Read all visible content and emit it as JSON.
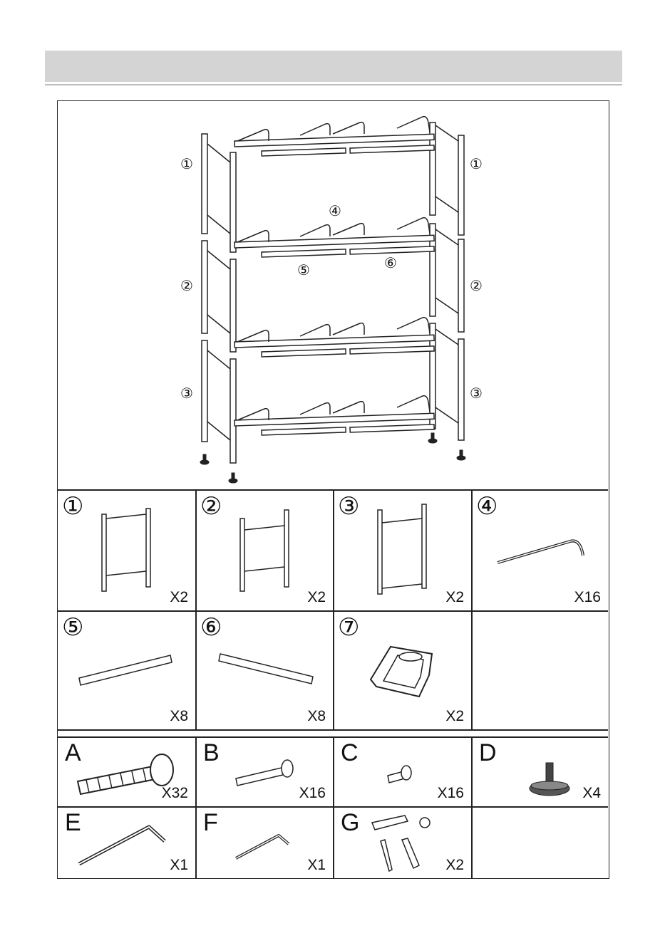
{
  "assembly_callouts": {
    "c1_left": "①",
    "c1_right": "①",
    "c2_left": "②",
    "c2_right": "②",
    "c3_left": "③",
    "c3_right": "③",
    "c4": "④",
    "c5": "⑤",
    "c6": "⑥"
  },
  "parts": [
    {
      "id": "①",
      "qty": "X2",
      "icon": "side-frame-icon"
    },
    {
      "id": "②",
      "qty": "X2",
      "icon": "side-frame-icon"
    },
    {
      "id": "③",
      "qty": "X2",
      "icon": "side-frame-icon"
    },
    {
      "id": "④",
      "qty": "X16",
      "icon": "hook-rod-icon"
    },
    {
      "id": "⑤",
      "qty": "X8",
      "icon": "square-tube-icon"
    },
    {
      "id": "⑥",
      "qty": "X8",
      "icon": "square-tube-icon"
    },
    {
      "id": "⑦",
      "qty": "X2",
      "icon": "bracket-icon"
    }
  ],
  "hardware": [
    {
      "id": "A",
      "qty": "X32",
      "icon": "long-bolt-icon"
    },
    {
      "id": "B",
      "qty": "X16",
      "icon": "bolt-icon"
    },
    {
      "id": "C",
      "qty": "X16",
      "icon": "short-screw-icon"
    },
    {
      "id": "D",
      "qty": "X4",
      "icon": "leveling-foot-icon"
    },
    {
      "id": "E",
      "qty": "X1",
      "icon": "allen-key-icon"
    },
    {
      "id": "F",
      "qty": "X1",
      "icon": "allen-key-icon"
    },
    {
      "id": "G",
      "qty": "X2",
      "icon": "wall-anchor-kit-icon"
    }
  ]
}
